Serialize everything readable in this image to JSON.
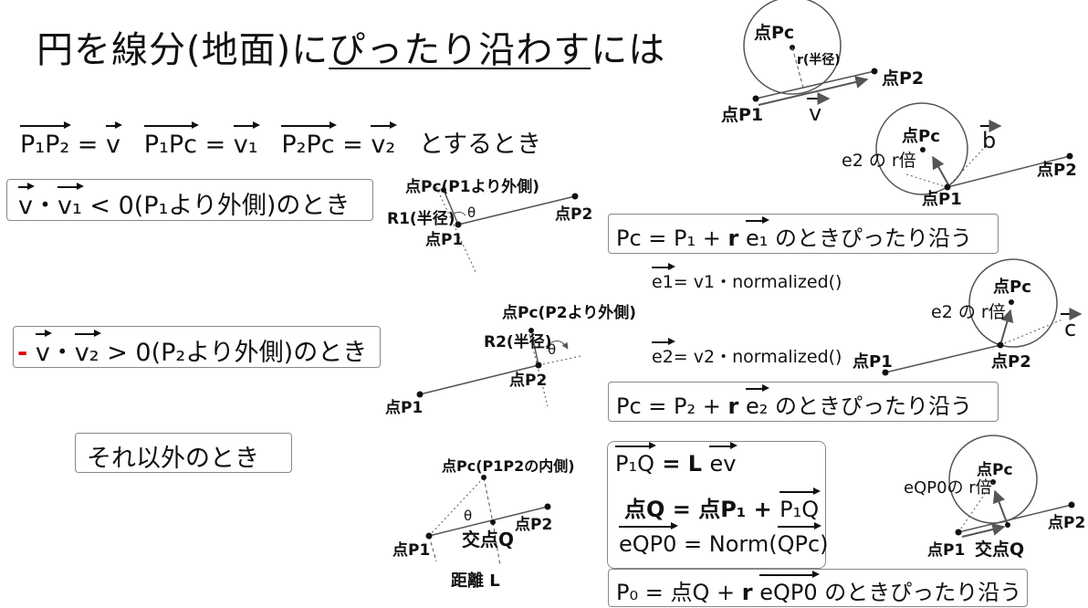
{
  "title": {
    "plain": "円を線分(地面)に",
    "underlined": "ぴったり沿わす",
    "suffix": "には"
  },
  "definition": {
    "p1p2": "P₁P₂",
    "eq": " = ",
    "v": "v",
    "p1pc": "P₁Pc",
    "v1": "v₁",
    "p2pc": "P₂Pc",
    "v2": "v₂",
    "tail": "とするとき"
  },
  "cases": {
    "case1": {
      "v": "v",
      "dot": "・",
      "v1": "v₁",
      "cond": "< 0(P₁より外側)のとき"
    },
    "case2": {
      "minus": "-",
      "v": "v",
      "dot": "・",
      "v2": "v₂",
      "cond": "> 0(P₂より外側)のとき"
    },
    "case3": "それ以外のとき"
  },
  "results": {
    "r1_head": "Pc = P₁ + ",
    "r1_r": "r",
    "r1_e": "e₁",
    "r1_tail": "のときぴったり沿う",
    "e1_def": "= v1・normalized()",
    "e1": "e1",
    "r2_head": "Pc = P₂ + ",
    "r2_r": "r",
    "r2_e": "e₂",
    "r2_tail": "のときぴったり沿う",
    "e2_def": "= v2・normalized()",
    "e2": "e2",
    "q1_lhs": "P₁Q",
    "q1_rhs": " = L ",
    "q1_ev": "ev",
    "q2_lhs": "点Q = 点P₁ + ",
    "q2_vec": "P₁Q",
    "q3_lhs": "eQP0",
    "q3_rhs": " = Norm(",
    "q3_vec": "QPc",
    "q3_close": ")",
    "r3_head": "P₀ = 点Q + ",
    "r3_r": "r",
    "r3_e": "eQP0",
    "r3_tail": "のときぴったり沿う"
  },
  "diagram_labels": {
    "pc": "点Pc",
    "r_half": "r(半径)",
    "p2": "点P2",
    "p1": "点P1",
    "v": "v",
    "b": "b",
    "e2_r": "e2 の r倍",
    "c": "c",
    "pc_p1out": "点Pc(P1より外側)",
    "R1": "R1(半径)",
    "theta": "θ",
    "pc_p2out": "点Pc(P2より外側)",
    "R2": "R2(半径)",
    "pc_inner": "点Pc(P1P2の内側)",
    "cross_q": "交点Q",
    "dist_l": "距離 L",
    "eqp0_r": "eQP0の r倍"
  }
}
